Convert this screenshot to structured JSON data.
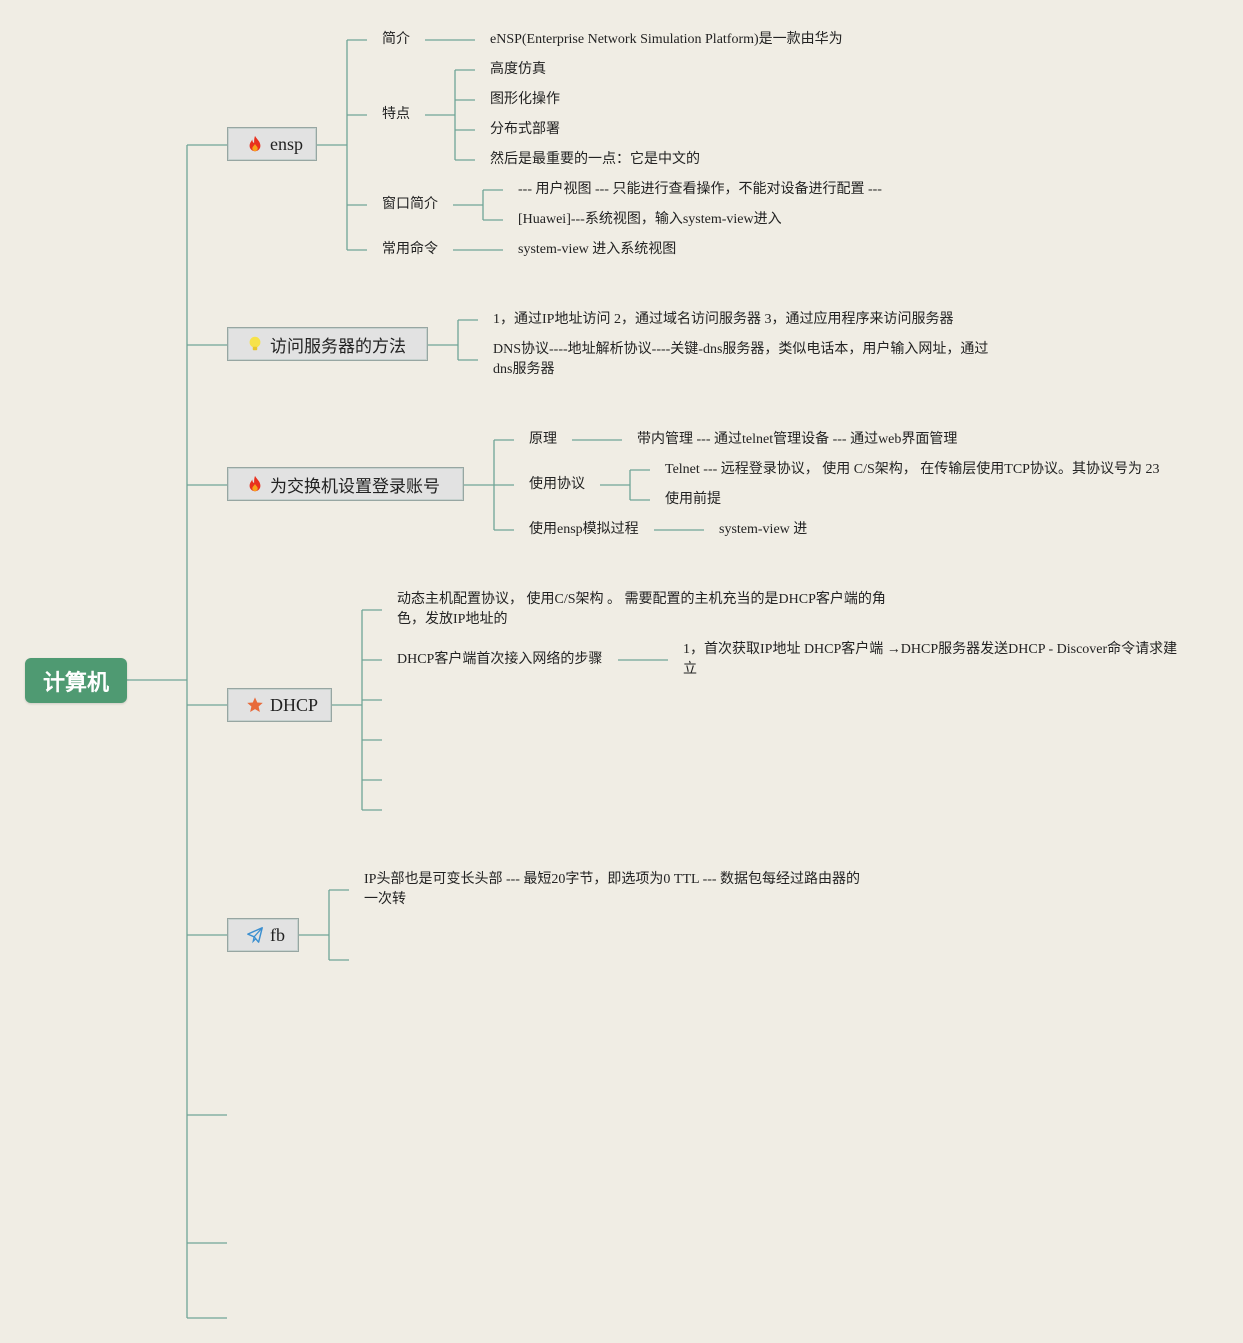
{
  "root": {
    "label": "计算机"
  },
  "topics": {
    "ensp": {
      "label": "ensp",
      "icon": "fire-icon",
      "intro": "简介",
      "intro_text": "eNSP(Enterprise Network Simulation Platform)是一款由华为",
      "features": "特点",
      "feature_items": [
        "高度仿真",
        "图形化操作",
        "分布式部署",
        "然后是最重要的一点：它是中文的"
      ],
      "window": "窗口简介",
      "window_items": [
        "--- 用户视图 --- 只能进行查看操作，不能对设备进行配置 ---",
        "[Huawei]---系统视图，输入system-view进入"
      ],
      "commands": "常用命令",
      "commands_text": "system-view 进入系统视图"
    },
    "access": {
      "label": "访问服务器的方法",
      "icon": "lightbulb-icon",
      "items": [
        "1，通过IP地址访问 2，通过域名访问服务器 3，通过应用程序来访问服务器",
        "DNS协议----地址解析协议----关键-dns服务器，类似电话本，用户输入网址，通过dns服务器"
      ]
    },
    "switch": {
      "label": "为交换机设置登录账号",
      "icon": "fire-icon",
      "principle": "原理",
      "principle_text": "带内管理 --- 通过telnet管理设备 --- 通过web界面管理",
      "protocol": "使用协议",
      "protocol_items": [
        "Telnet --- 远程登录协议， 使用 C/S架构， 在传输层使用TCP协议。其协议号为 23",
        "使用前提"
      ],
      "sim": "使用ensp模拟过程",
      "sim_text": "system-view 进"
    },
    "dhcp": {
      "label": "DHCP",
      "icon": "star-icon",
      "desc": "动态主机配置协议， 使用C/S架构 。 需要配置的主机充当的是DHCP客户端的角色，发放IP地址的",
      "steps": "DHCP客户端首次接入网络的步骤",
      "steps_text": "1，首次获取IP地址 DHCP客户端 →DHCP服务器发送DHCP - Discover命令请求建立"
    },
    "fb": {
      "label": "fb",
      "icon": "paper-plane-icon",
      "text": "IP头部也是可变长头部 --- 最短20字节，即选项为0 TTL --- 数据包每经过路由器的一次转"
    }
  },
  "colors": {
    "line": "#5f9e8e",
    "root_bg": "#4f9a72",
    "topic_bg": "#e2e2e2",
    "background": "#f0ede4"
  }
}
